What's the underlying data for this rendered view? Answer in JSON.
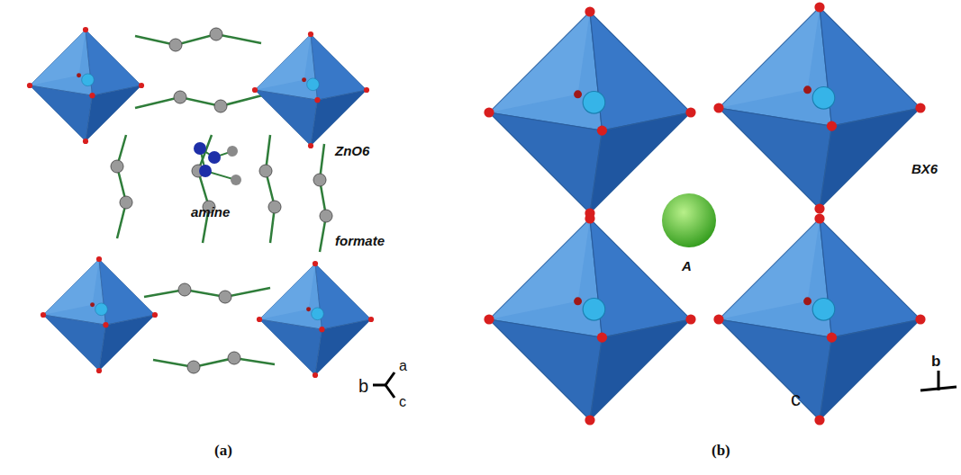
{
  "diagram": {
    "labels": [
      "ZnO6",
      "formate",
      "amine",
      "b",
      "a",
      "c",
      "(a)",
      "A",
      "BX6",
      "c",
      "b",
      "(b)"
    ]
  }
}
